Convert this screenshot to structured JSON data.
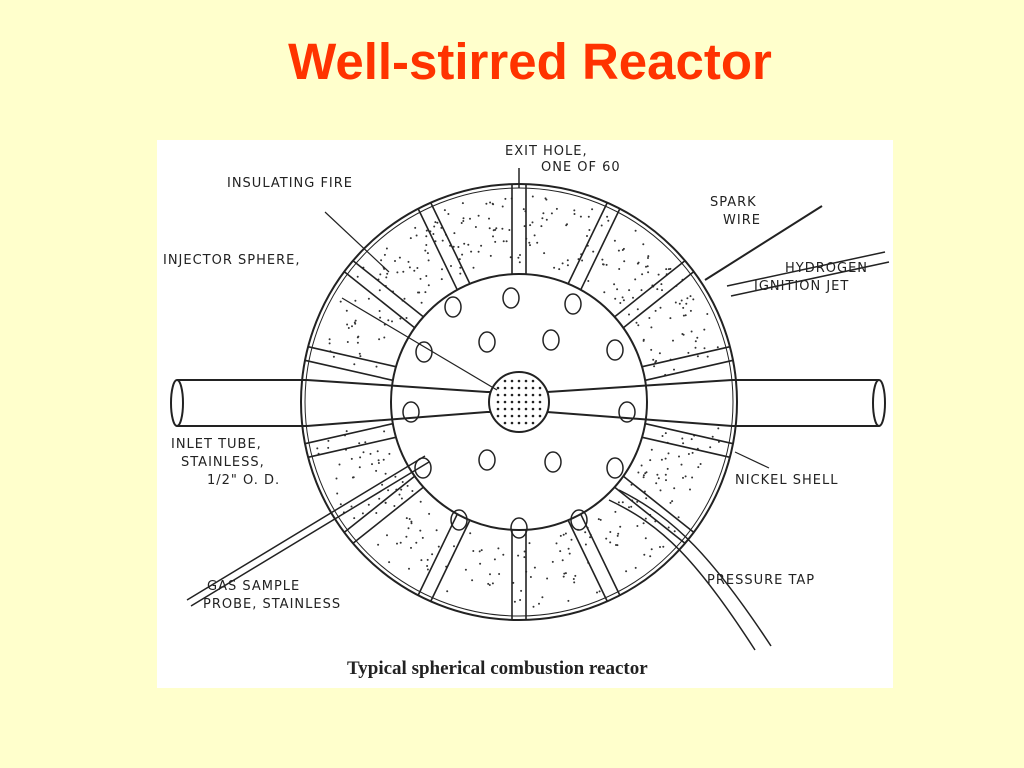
{
  "slide": {
    "title": "Well-stirred Reactor",
    "title_color": "#FF3300",
    "background": "#FFFFCC"
  },
  "diagram": {
    "caption": "Typical spherical combustion reactor",
    "labels": {
      "exit_hole_1": "EXIT HOLE,",
      "exit_hole_2": "ONE OF 60",
      "insulating_fire": "INSULATING FIRE",
      "injector_sphere": "INJECTOR SPHERE,",
      "spark_1": "SPARK",
      "spark_2": "WIRE",
      "hydrogen_1": "HYDROGEN",
      "hydrogen_2": "IGNITION JET",
      "inlet_1": "INLET TUBE,",
      "inlet_2": "STAINLESS,",
      "inlet_3": "1/2\" O. D.",
      "nickel_shell": "NICKEL SHELL",
      "pressure_tap": "PRESSURE TAP",
      "gas_sample_1": "GAS SAMPLE",
      "gas_sample_2": "PROBE, STAINLESS"
    }
  }
}
